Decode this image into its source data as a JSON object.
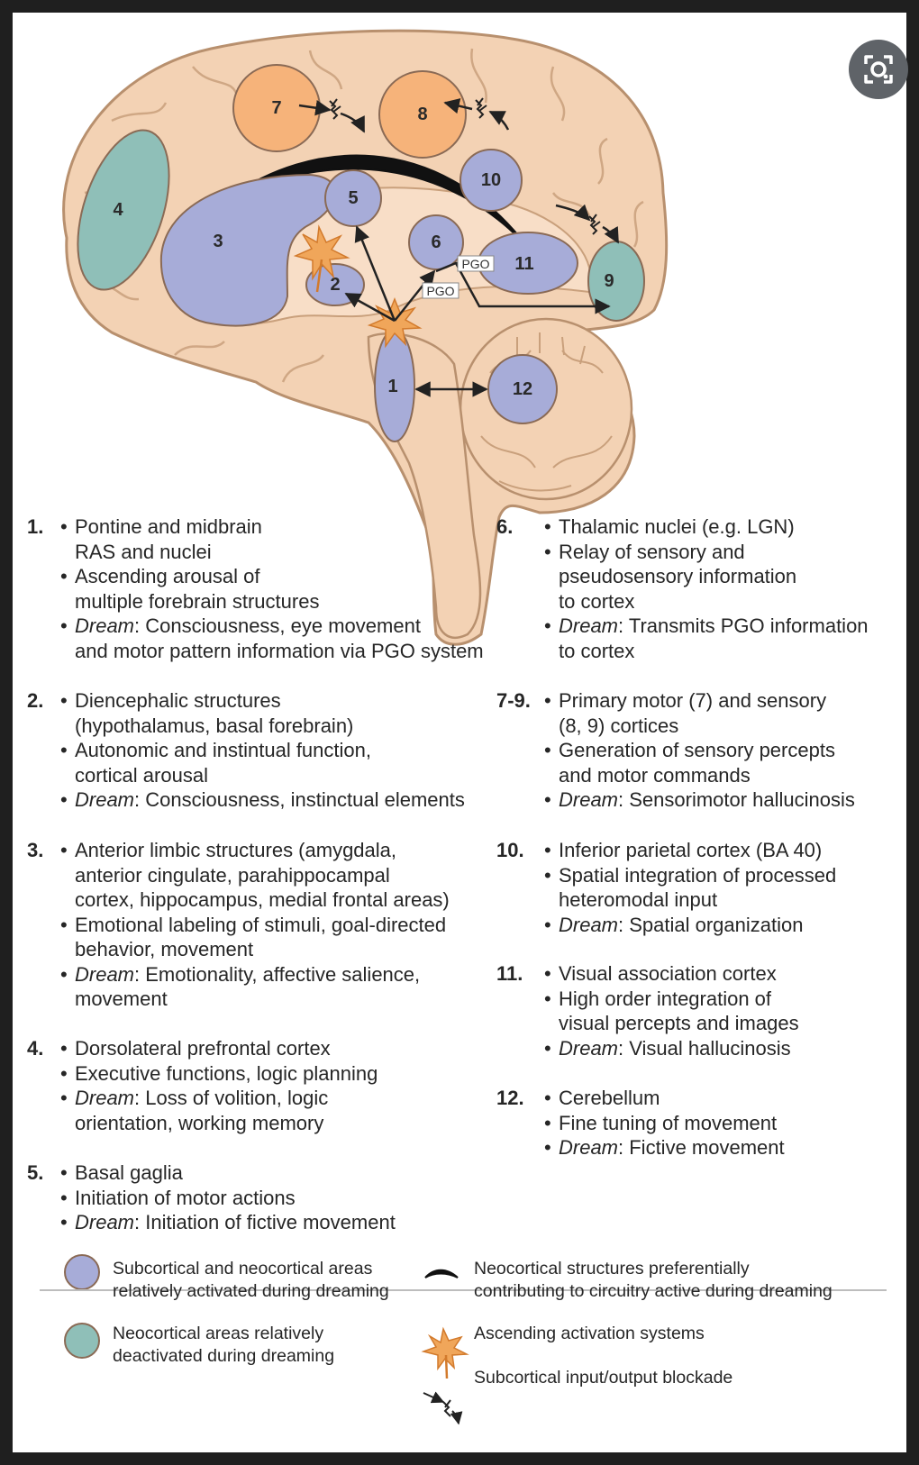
{
  "colors": {
    "activated": "#a7acd8",
    "deactivated": "#8fbfb8",
    "motor_sensory": "#f6b37a",
    "brain": "#f3d2b4",
    "brain_outline": "#b8906e",
    "activation_star": "#e58a3a"
  },
  "icons": {
    "lens": "google-lens-icon"
  },
  "regions": [
    {
      "id": "1",
      "label": "1",
      "kind": "activated"
    },
    {
      "id": "2",
      "label": "2",
      "kind": "activated"
    },
    {
      "id": "3",
      "label": "3",
      "kind": "activated"
    },
    {
      "id": "4",
      "label": "4",
      "kind": "deactivated"
    },
    {
      "id": "5",
      "label": "5",
      "kind": "activated"
    },
    {
      "id": "6",
      "label": "6",
      "kind": "activated"
    },
    {
      "id": "7",
      "label": "7",
      "kind": "motor_sensory"
    },
    {
      "id": "8",
      "label": "8",
      "kind": "motor_sensory"
    },
    {
      "id": "9",
      "label": "9",
      "kind": "deactivated"
    },
    {
      "id": "10",
      "label": "10",
      "kind": "activated"
    },
    {
      "id": "11",
      "label": "11",
      "kind": "activated"
    },
    {
      "id": "12",
      "label": "12",
      "kind": "activated"
    }
  ],
  "pgo_labels": [
    "PGO",
    "PGO"
  ],
  "descriptions_left": [
    {
      "num": "1.",
      "lines": [
        {
          "b": true,
          "pre": "",
          "it": "",
          "text": "Pontine and midbrain"
        },
        {
          "b": false,
          "pre": "",
          "it": "",
          "text": "RAS and nuclei"
        },
        {
          "b": true,
          "pre": "",
          "it": "",
          "text": "Ascending arousal of"
        },
        {
          "b": false,
          "pre": "",
          "it": "",
          "text": "multiple forebrain structures"
        },
        {
          "b": true,
          "pre": "",
          "it": "Dream",
          "text": ": Consciousness, eye movement"
        },
        {
          "b": false,
          "pre": "",
          "it": "",
          "text": "and motor pattern information via PGO system"
        }
      ]
    },
    {
      "num": "2.",
      "lines": [
        {
          "b": true,
          "pre": "",
          "it": "",
          "text": "Diencephalic structures"
        },
        {
          "b": false,
          "pre": "",
          "it": "",
          "text": "(hypothalamus, basal forebrain)"
        },
        {
          "b": true,
          "pre": "",
          "it": "",
          "text": "Autonomic and instintual function,"
        },
        {
          "b": false,
          "pre": "",
          "it": "",
          "text": "cortical arousal"
        },
        {
          "b": true,
          "pre": "",
          "it": "Dream",
          "text": ": Consciousness, instinctual elements"
        }
      ]
    },
    {
      "num": "3.",
      "lines": [
        {
          "b": true,
          "pre": "",
          "it": "",
          "text": "Anterior limbic structures (amygdala,"
        },
        {
          "b": false,
          "pre": "",
          "it": "",
          "text": "anterior cingulate, parahippocampal"
        },
        {
          "b": false,
          "pre": "",
          "it": "",
          "text": "cortex, hippocampus, medial frontal areas)"
        },
        {
          "b": true,
          "pre": "",
          "it": "",
          "text": "Emotional labeling of stimuli, goal-directed"
        },
        {
          "b": false,
          "pre": "",
          "it": "",
          "text": "behavior, movement"
        },
        {
          "b": true,
          "pre": "",
          "it": "Dream",
          "text": ": Emotionality, affective salience,"
        },
        {
          "b": false,
          "pre": "",
          "it": "",
          "text": "movement"
        }
      ]
    },
    {
      "num": "4.",
      "lines": [
        {
          "b": true,
          "pre": "",
          "it": "",
          "text": "Dorsolateral prefrontal cortex"
        },
        {
          "b": true,
          "pre": "",
          "it": "",
          "text": "Executive functions, logic planning"
        },
        {
          "b": true,
          "pre": "",
          "it": "Dream",
          "text": ": Loss of volition, logic"
        },
        {
          "b": false,
          "pre": "",
          "it": "",
          "text": "orientation, working memory"
        }
      ]
    },
    {
      "num": "5.",
      "lines": [
        {
          "b": true,
          "pre": "",
          "it": "",
          "text": "Basal gaglia"
        },
        {
          "b": true,
          "pre": "",
          "it": "",
          "text": "Initiation of motor actions"
        },
        {
          "b": true,
          "pre": "",
          "it": "Dream",
          "text": ": Initiation of fictive movement"
        }
      ]
    }
  ],
  "descriptions_right": [
    {
      "num": "6.",
      "lines": [
        {
          "b": true,
          "pre": "",
          "it": "",
          "text": "Thalamic nuclei (e.g. LGN)"
        },
        {
          "b": true,
          "pre": "",
          "it": "",
          "text": "Relay of sensory and"
        },
        {
          "b": false,
          "pre": "",
          "it": "",
          "text": "pseudosensory information"
        },
        {
          "b": false,
          "pre": "",
          "it": "",
          "text": "to cortex"
        },
        {
          "b": true,
          "pre": "",
          "it": "Dream",
          "text": ": Transmits PGO information"
        },
        {
          "b": false,
          "pre": "",
          "it": "",
          "text": "to cortex"
        }
      ]
    },
    {
      "num": "7-9.",
      "lines": [
        {
          "b": true,
          "pre": "",
          "it": "",
          "text": "Primary motor (7) and sensory"
        },
        {
          "b": false,
          "pre": "",
          "it": "",
          "text": "(8, 9) cortices"
        },
        {
          "b": true,
          "pre": "",
          "it": "",
          "text": "Generation of sensory percepts"
        },
        {
          "b": false,
          "pre": "",
          "it": "",
          "text": "and motor commands"
        },
        {
          "b": true,
          "pre": "",
          "it": "Dream",
          "text": ": Sensorimotor hallucinosis"
        }
      ]
    },
    {
      "num": "10.",
      "lines": [
        {
          "b": true,
          "pre": "",
          "it": "",
          "text": "Inferior parietal cortex (BA 40)"
        },
        {
          "b": true,
          "pre": "",
          "it": "",
          "text": "Spatial integration of processed"
        },
        {
          "b": false,
          "pre": "",
          "it": "",
          "text": "heteromodal input"
        },
        {
          "b": true,
          "pre": "",
          "it": "Dream",
          "text": ": Spatial organization"
        }
      ]
    },
    {
      "num": "11.",
      "lines": [
        {
          "b": true,
          "pre": "",
          "it": "",
          "text": "Visual association cortex"
        },
        {
          "b": true,
          "pre": "",
          "it": "",
          "text": "High order integration of"
        },
        {
          "b": false,
          "pre": "",
          "it": "",
          "text": "visual percepts and images"
        },
        {
          "b": true,
          "pre": "",
          "it": "Dream",
          "text": ": Visual hallucinosis"
        }
      ]
    },
    {
      "num": "12.",
      "lines": [
        {
          "b": true,
          "pre": "",
          "it": "",
          "text": "Cerebellum"
        },
        {
          "b": true,
          "pre": "",
          "it": "",
          "text": "Fine tuning of movement"
        },
        {
          "b": true,
          "pre": "",
          "it": "Dream",
          "text": ": Fictive movement"
        }
      ]
    }
  ],
  "legend": {
    "activated": [
      "Subcortical and neocortical areas",
      "relatively activated during dreaming"
    ],
    "deactivated": [
      "Neocortical areas relatively",
      "deactivated during dreaming"
    ],
    "neocortical_arc": [
      "Neocortical structures preferentially",
      "contributing to circuitry active during dreaming"
    ],
    "ascending": [
      "Ascending activation systems"
    ],
    "blockade": [
      "Subcortical input/output blockade"
    ]
  }
}
